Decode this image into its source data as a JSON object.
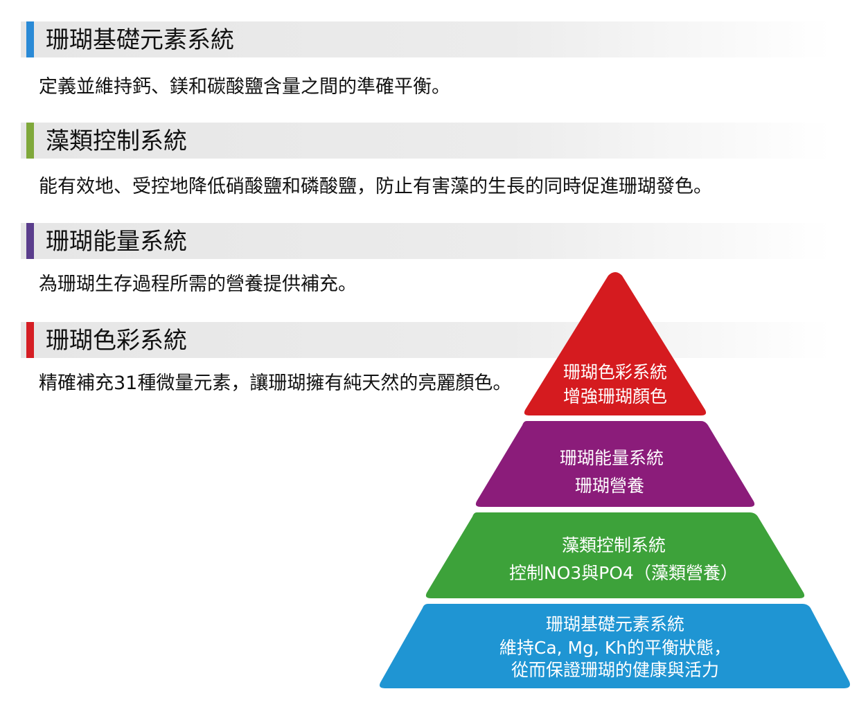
{
  "sections": [
    {
      "title": "珊瑚基礎元素系統",
      "description": "定義並維持鈣、鎂和碳酸鹽含量之間的準確平衡。",
      "accent_color": "#2a8ad6"
    },
    {
      "title": "藻類控制系統",
      "description": "能有效地、受控地降低硝酸鹽和磷酸鹽，防止有害藻的生長的同時促進珊瑚發色。",
      "accent_color": "#7fa83a"
    },
    {
      "title": "珊瑚能量系統",
      "description": "為珊瑚生存過程所需的營養提供補充。",
      "accent_color": "#5a3d8c"
    },
    {
      "title": "珊瑚色彩系統",
      "description": "精確補充31種微量元素，讓珊瑚擁有純天然的亮麗顏色。",
      "accent_color": "#d51e24"
    }
  ],
  "pyramid": {
    "tiers": [
      {
        "lines": [
          "珊瑚色彩系統",
          "增強珊瑚顏色"
        ],
        "color": "#d51b1f"
      },
      {
        "lines": [
          "珊瑚能量系統",
          "珊瑚營養"
        ],
        "color": "#8b1c7a"
      },
      {
        "lines": [
          "藻類控制系統",
          "控制NO3與PO4（藻類營養）"
        ],
        "color": "#3da23a"
      },
      {
        "lines": [
          "珊瑚基礎元素系統",
          "維持Ca, Mg, Kh的平衡狀態，",
          "從而保證珊瑚的健康與活力"
        ],
        "color": "#1f95d3"
      }
    ]
  }
}
